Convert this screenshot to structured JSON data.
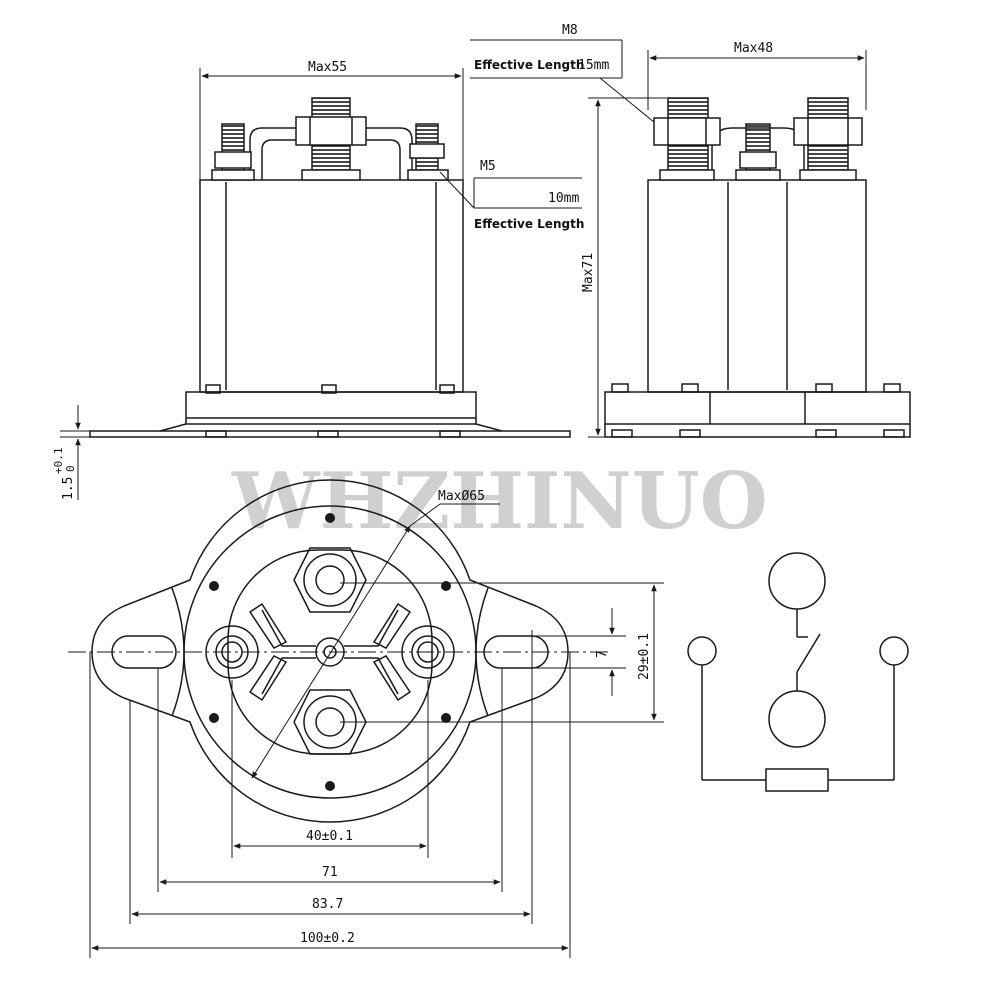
{
  "watermark": "WHZHINUO",
  "front_view": {
    "width_label": "Max55",
    "m8_label": "M8",
    "m8_effective_label": "Effective Length",
    "m8_effective_value": "15mm",
    "m5_label": "M5",
    "m5_value": "10mm",
    "m5_effective_label": "Effective Length",
    "flange_thickness_main": "1.5",
    "flange_thickness_upper": "+0.1",
    "flange_thickness_lower": "0"
  },
  "side_view": {
    "width_label": "Max48",
    "height_label": "Max71"
  },
  "bottom_view": {
    "diameter_label": "MaxØ65",
    "dim_40": "40±0.1",
    "dim_71": "71",
    "dim_83_7": "83.7",
    "dim_100": "100±0.2",
    "dim_29": "29±0.1",
    "dim_7": "7"
  },
  "colors": {
    "line": "#1a1a1a",
    "watermark": "#c8c8c8"
  }
}
